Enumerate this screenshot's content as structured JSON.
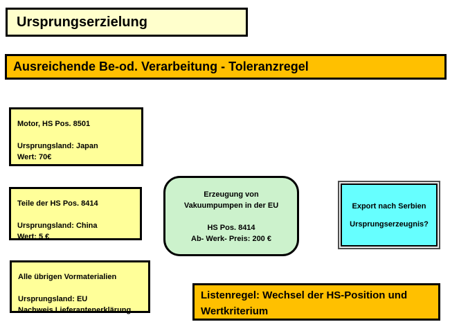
{
  "slide": {
    "background": "#FFFFFF"
  },
  "title_box": {
    "label": "Ursprungserzielung",
    "bg": "#FFFFCC"
  },
  "banner": {
    "label": "Ausreichende Be-od. Verarbeitung - Toleranzregel",
    "bg": "#FFC000"
  },
  "material_boxes": [
    {
      "title": "Motor, HS Pos. 8501",
      "origin": "Ursprungsland: Japan",
      "value": "Wert: 70€",
      "bg": "#FFFF99"
    },
    {
      "title": "Teile der HS Pos. 8414",
      "origin": "Ursprungsland: China",
      "value": "Wert: 5 €",
      "bg": "#FFFF99"
    },
    {
      "title": "Alle übrigen Vormaterialien",
      "origin": "Ursprungsland: EU",
      "value": "Nachweis Lieferantenerklärung",
      "bg": "#FFFF99"
    }
  ],
  "process_box": {
    "line1": "Erzeugung von",
    "line2": "Vakuumpumpen in der EU",
    "line3": "HS Pos. 8414",
    "line4": "Ab- Werk- Preis: 200 €",
    "bg": "#CCF2CC"
  },
  "export_box": {
    "line1": "Export nach Serbien",
    "line2": "Ursprungserzeugnis?",
    "bg": "#66FFFF"
  },
  "rule_box": {
    "line1": "Listenregel: Wechsel der HS-Position und",
    "line2": "Wertkriterium",
    "bg": "#FFC000"
  }
}
